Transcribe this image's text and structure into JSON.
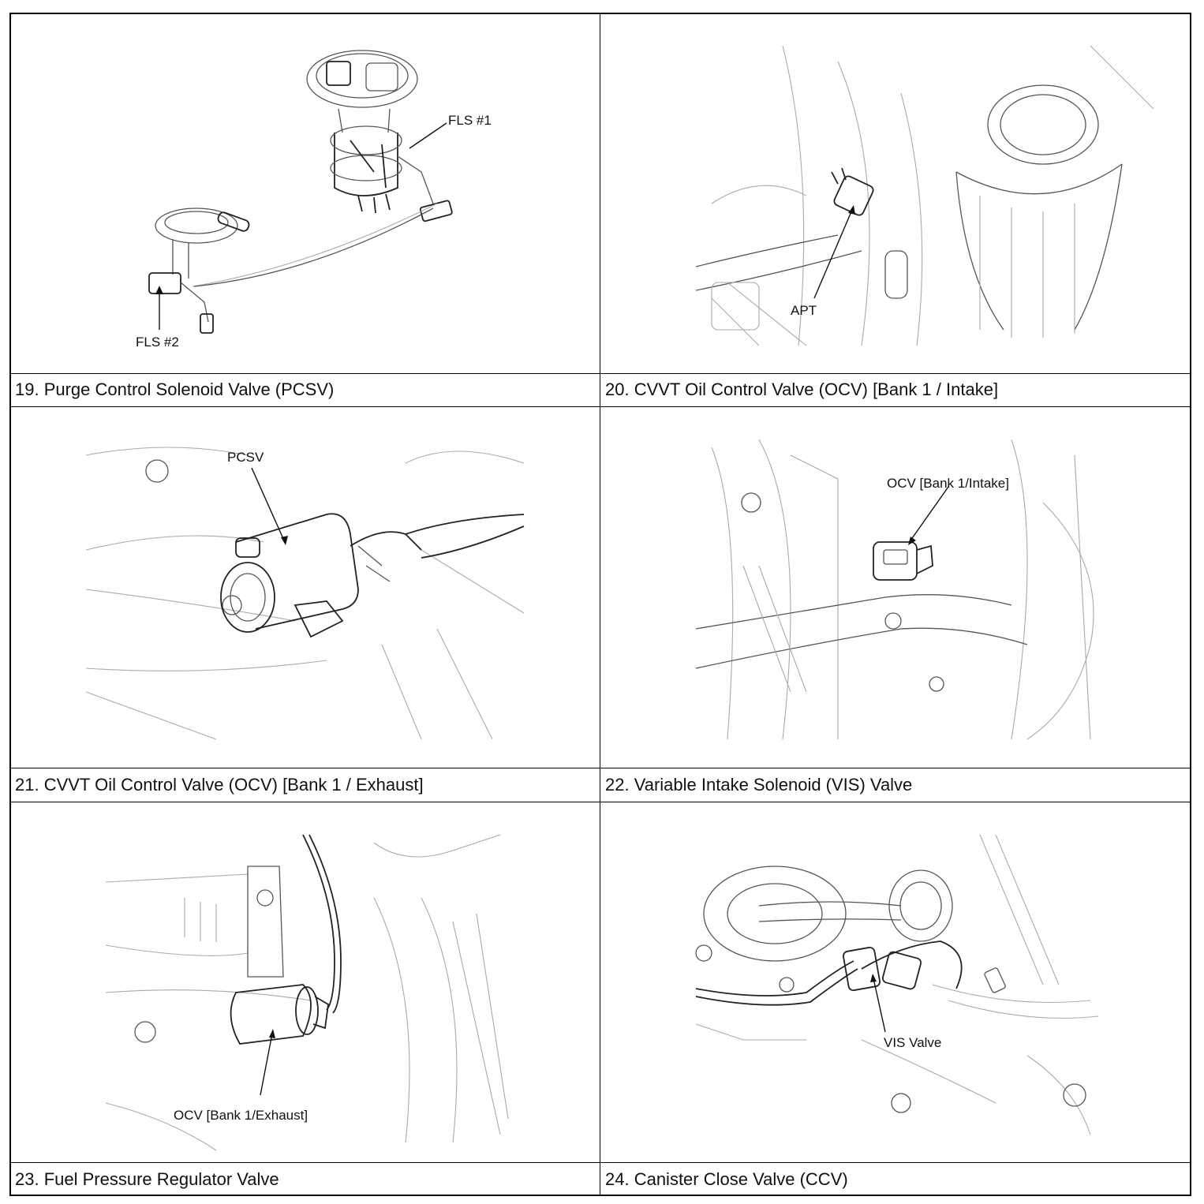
{
  "panels": [
    {
      "callouts": [
        "FLS #1",
        "FLS #2"
      ]
    },
    {
      "callouts": [
        "APT"
      ]
    },
    {
      "callouts": [
        "PCSV"
      ]
    },
    {
      "callouts": [
        "OCV [Bank 1/Intake]"
      ]
    },
    {
      "callouts": [
        "OCV [Bank 1/Exhaust]"
      ]
    },
    {
      "callouts": [
        "VIS Valve"
      ]
    }
  ],
  "captions": [
    "19. Purge Control Solenoid Valve (PCSV)",
    "20. CVVT Oil Control Valve (OCV) [Bank 1 / Intake]",
    "21. CVVT Oil Control Valve (OCV) [Bank 1 / Exhaust]",
    "22. Variable Intake Solenoid (VIS) Valve",
    "23. Fuel Pressure Regulator Valve",
    "24. Canister Close Valve (CCV)"
  ]
}
